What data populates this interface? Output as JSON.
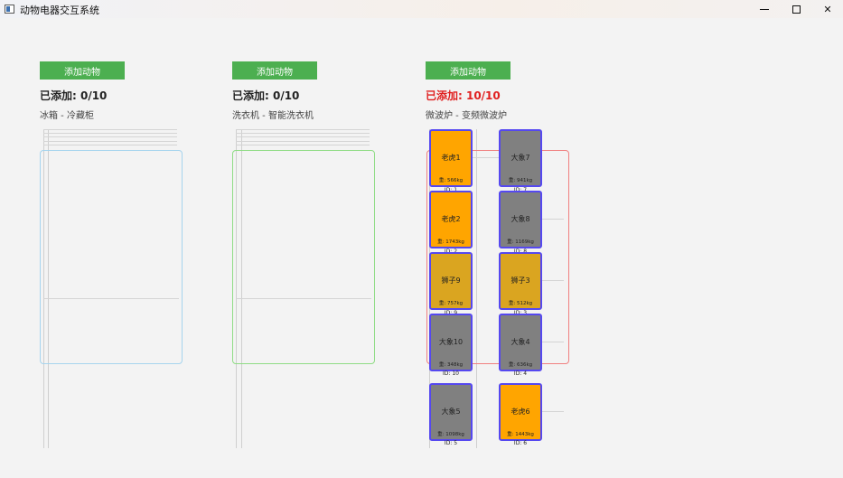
{
  "window": {
    "title": "动物电器交互系统",
    "min_symbol": "—",
    "close_symbol": "✕"
  },
  "columns": [
    {
      "add_label": "添加动物",
      "count_text": "已添加: 0/10",
      "appliance": "冰箱 - 冷藏柜",
      "container_color": "#a6d4ee"
    },
    {
      "add_label": "添加动物",
      "count_text": "已添加: 0/10",
      "appliance": "洗衣机 - 智能洗衣机",
      "container_color": "#8fdc85"
    },
    {
      "add_label": "添加动物",
      "count_text": "已添加: 10/10",
      "appliance": "微波炉 - 变频微波炉",
      "container_color": "#f08080",
      "count_color": "#e02020"
    }
  ],
  "colors": {
    "tiger": "#ffa500",
    "elephant": "#808080",
    "lion": "#daa520",
    "card_border": "#5548f0",
    "button": "#4caf50"
  },
  "animals": [
    {
      "name": "老虎1",
      "weight": "重: 566kg",
      "id": "ID: 1",
      "kind": "tiger"
    },
    {
      "name": "大象7",
      "weight": "重: 941kg",
      "id": "ID: 7",
      "kind": "elephant"
    },
    {
      "name": "老虎2",
      "weight": "重: 1743kg",
      "id": "ID: 2",
      "kind": "tiger"
    },
    {
      "name": "大象8",
      "weight": "重: 1169kg",
      "id": "ID: 8",
      "kind": "elephant"
    },
    {
      "name": "狮子9",
      "weight": "重: 757kg",
      "id": "ID: 9",
      "kind": "lion"
    },
    {
      "name": "狮子3",
      "weight": "重: 512kg",
      "id": "ID: 3",
      "kind": "lion"
    },
    {
      "name": "大象10",
      "weight": "重: 348kg",
      "id": "ID: 10",
      "kind": "elephant"
    },
    {
      "name": "大象4",
      "weight": "重: 636kg",
      "id": "ID: 4",
      "kind": "elephant"
    },
    {
      "name": "大象5",
      "weight": "重: 1098kg",
      "id": "ID: 5",
      "kind": "elephant"
    },
    {
      "name": "老虎6",
      "weight": "重: 1443kg",
      "id": "ID: 6",
      "kind": "tiger"
    }
  ]
}
